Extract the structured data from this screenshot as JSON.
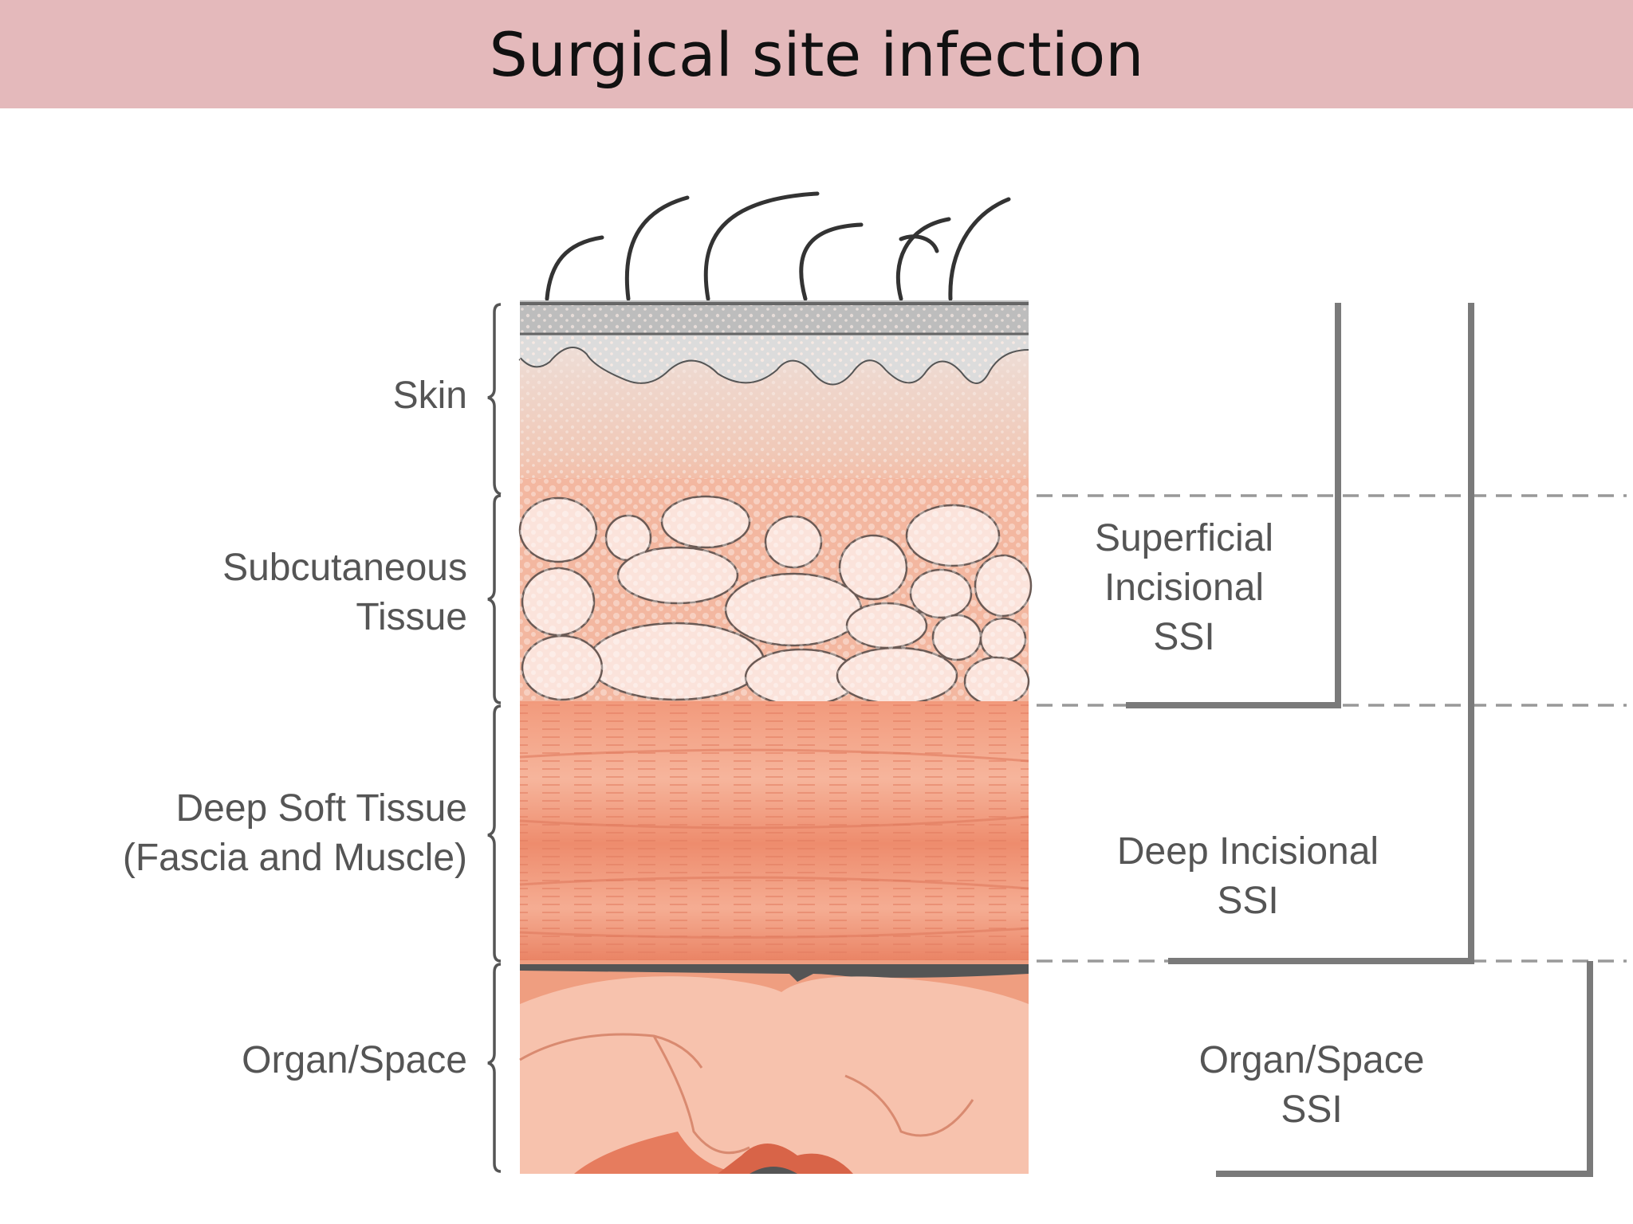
{
  "title": "Surgical site infection",
  "layers": {
    "skin": "Skin",
    "subcutaneous_1": "Subcutaneous",
    "subcutaneous_2": "Tissue",
    "deep_1": "Deep Soft Tissue",
    "deep_2": "(Fascia and Muscle)",
    "organ": "Organ/Space"
  },
  "classifications": {
    "superficial_1": "Superficial",
    "superficial_2": "Incisional",
    "superficial_3": "SSI",
    "deep_1": "Deep Incisional",
    "deep_2": "SSI",
    "organ_1": "Organ/Space",
    "organ_2": "SSI"
  },
  "colors": {
    "title_bar": "#e4b9bb",
    "skin": "#e8dcd6",
    "subcutaneous": "#f3b9a2",
    "muscle": "#ec9a7e",
    "organ": "#f6c3ad",
    "bracket_line": "#7a7a7a"
  }
}
